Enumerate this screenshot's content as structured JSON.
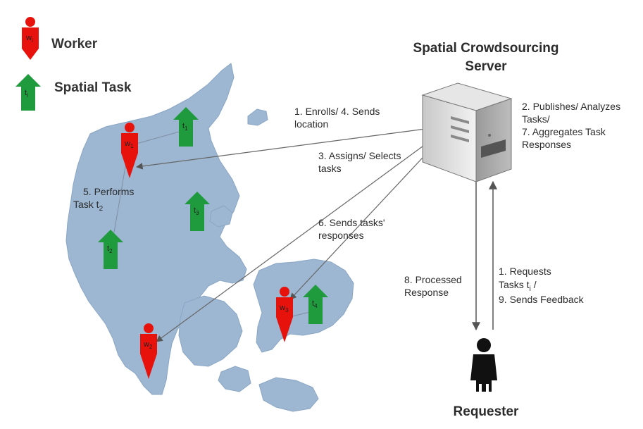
{
  "legend": {
    "worker_label": "Worker",
    "worker_icon_label": "w",
    "worker_icon_sub": "i",
    "task_label": "Spatial Task",
    "task_icon_label": "t",
    "task_icon_sub": "i"
  },
  "server": {
    "title_line1": "Spatial Crowdsourcing",
    "title_line2": "Server"
  },
  "requester": {
    "label": "Requester"
  },
  "workers": [
    {
      "label": "w",
      "sub": "1"
    },
    {
      "label": "w",
      "sub": "2"
    },
    {
      "label": "w",
      "sub": "3"
    }
  ],
  "tasks": [
    {
      "label": "t",
      "sub": "1"
    },
    {
      "label": "t",
      "sub": "2"
    },
    {
      "label": "t",
      "sub": "3"
    },
    {
      "label": "t",
      "sub": "4"
    }
  ],
  "steps": {
    "enrolls_line1": "1. Enrolls/ 4. Sends",
    "enrolls_line2": "location",
    "assigns_line1": "3. Assigns/ Selects",
    "assigns_line2": "tasks",
    "sends_responses_line1": "6. Sends tasks'",
    "sends_responses_line2": "responses",
    "performs_line1": "5. Performs",
    "performs_line2_prefix": "Task t",
    "performs_line2_sub": "2",
    "publishes_line1": "2. Publishes/ Analyzes",
    "publishes_line2": "Tasks/",
    "publishes_line3": "7. Aggregates Task",
    "publishes_line4": "Responses",
    "processed_line1": "8. Processed",
    "processed_line2": "Response",
    "requests_line1": "1. Requests",
    "requests_line2_prefix": "Tasks t",
    "requests_line2_sub": "i",
    "requests_line2_suffix": " /",
    "requests_line3": "9. Sends Feedback"
  },
  "colors": {
    "worker": "#e8120d",
    "task": "#1f9a3c",
    "land": "#9db7d2",
    "server": "#d9d9d9"
  }
}
